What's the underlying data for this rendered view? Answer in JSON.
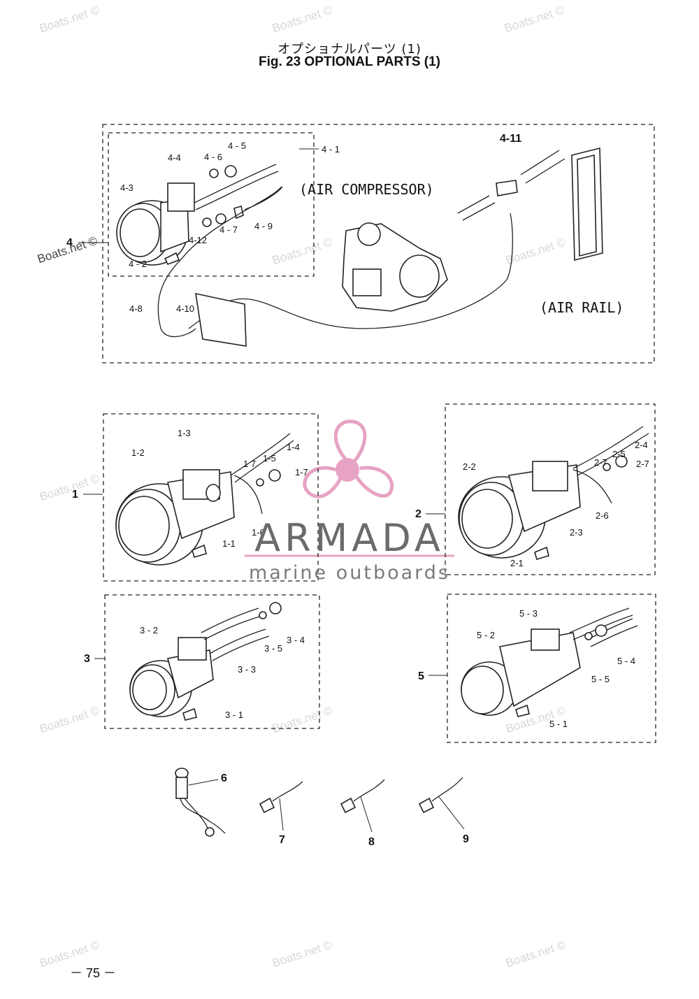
{
  "header": {
    "title_jp": "オプショナルパーツ (1)",
    "title_en": "Fig. 23   OPTIONAL PARTS (1)"
  },
  "watermark": "Boats.net ©",
  "notes": {
    "air_compressor": "(AIR COMPRESSOR)",
    "air_rail": "(AIR RAIL)"
  },
  "groups": {
    "g4": "4",
    "g1": "1",
    "g2": "2",
    "g3": "3",
    "g5": "5"
  },
  "callouts": {
    "c4_1": "4 - 1",
    "c4_2": "4 - 2",
    "c4_3": "4-3",
    "c4_4": "4-4",
    "c4_5": "4 - 5",
    "c4_6": "4 - 6",
    "c4_7": "4 - 7",
    "c4_8": "4-8",
    "c4_9": "4 - 9",
    "c4_10": "4-10",
    "c4_11": "4-11",
    "c4_12": "4-12",
    "c1_1": "1-1",
    "c1_2": "1-2",
    "c1_3": "1-3",
    "c1_4": "1-4",
    "c1_5": "1-5",
    "c1_6": "1-6",
    "c1_7a": "1 7",
    "c1_7b": "1-7",
    "c2_1": "2-1",
    "c2_2": "2-2",
    "c2_3": "2-3",
    "c2_4": "2-4",
    "c2_5": "2-5",
    "c2_6": "2-6",
    "c2_7a": "2-7",
    "c2_7b": "2-7",
    "c3_1": "3 - 1",
    "c3_2": "3 - 2",
    "c3_3": "3 - 3",
    "c3_4": "3 - 4",
    "c3_5": "3 - 5",
    "c5_1": "5 - 1",
    "c5_2": "5 - 2",
    "c5_3": "5 - 3",
    "c5_4": "5 - 4",
    "c5_5": "5 - 5",
    "c6": "6",
    "c7": "7",
    "c8": "8",
    "c9": "9"
  },
  "logo": {
    "name": "ARMADA",
    "tagline": "marine outboards",
    "color": "#e7a3c3"
  },
  "footer": {
    "page": "－ 75 －"
  }
}
